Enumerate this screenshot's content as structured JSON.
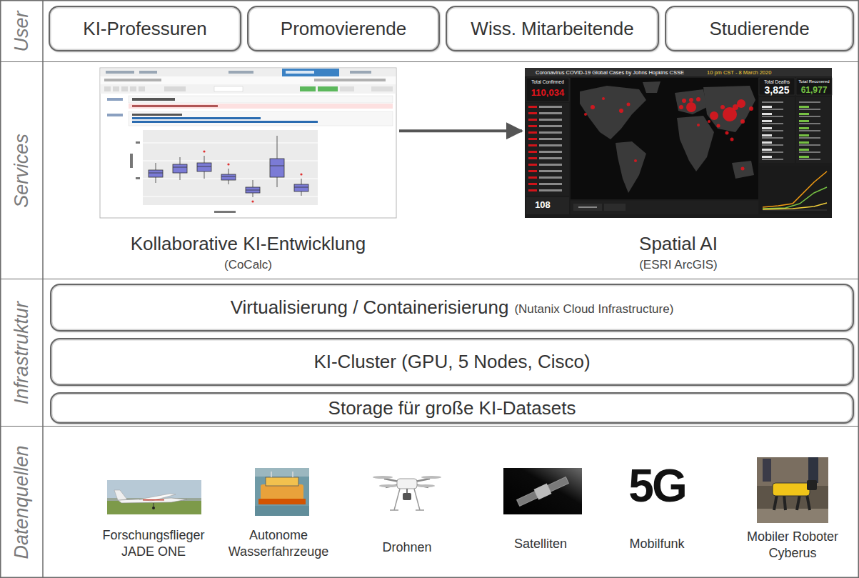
{
  "diagram": {
    "nodes": [
      {
        "text": [
          "User"
        ]
      },
      {
        "text": [
          "KI-Professuren"
        ],
        "in": 0
      },
      {
        "text": [
          "Promovierende"
        ],
        "in": 0
      },
      {
        "text": [
          "Wiss. Mitarbeitende"
        ],
        "in": 0
      },
      {
        "text": [
          "Studierende"
        ],
        "in": 0
      },
      {
        "text": [
          "Services"
        ]
      },
      {
        "text": [
          "Kollaborative KI-Entwicklung",
          "(CoCalc)"
        ],
        "in": 5
      },
      {
        "text": [
          "Spatial AI",
          "(ESRI ArcGIS)"
        ],
        "in": 5
      },
      {
        "text": [
          "Infrastruktur"
        ]
      },
      {
        "text": [
          "Virtualisierung / Containerisierung",
          "(Nutanix Cloud Infrastructure)"
        ],
        "in": 8
      },
      {
        "text": [
          "KI-Cluster (GPU, 5 Nodes, Cisco)"
        ],
        "in": 8
      },
      {
        "text": [
          "Storage für große KI-Datasets"
        ],
        "in": 8
      },
      {
        "text": [
          "Datenquellen"
        ]
      }
    ],
    "edges": [
      {
        "from": 6,
        "to": 7,
        "arrow": "to"
      }
    ],
    "labels": [
      "Coronavirus COVID-19 Global Cases by Johns Hopkins CSSE",
      "10 pm CST - 8 March 2020",
      "Total Confirmed",
      "110,034",
      "Total Deaths",
      "3,825",
      "Total Recovered",
      "61,977",
      "108",
      "Forschungsflieger JADE ONE",
      "Autonome Wasserfahrzeuge",
      "Drohnen",
      "Satelliten",
      "5G",
      "Mobilfunk",
      "Mobiler Roboter Cyberus"
    ]
  }
}
